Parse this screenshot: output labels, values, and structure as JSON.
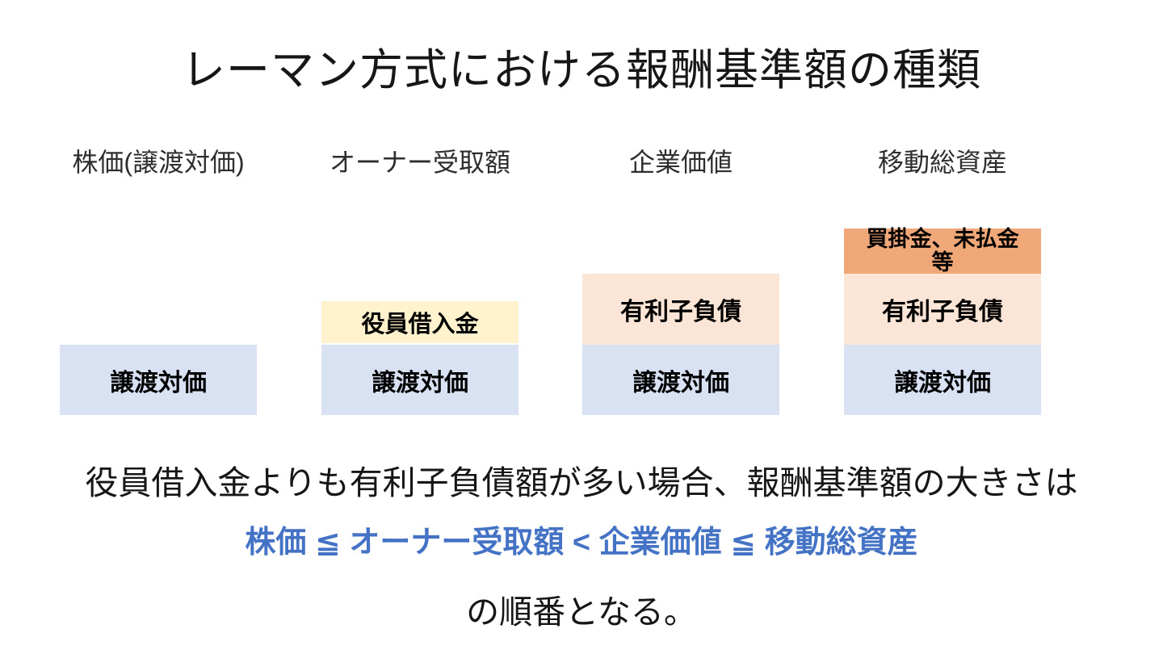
{
  "title": "レーマン方式における報酬基準額の種類",
  "colors": {
    "box_blue": "#D9E2F3",
    "box_yellow": "#FFF2CC",
    "box_peach": "#FBE5D6",
    "box_orange": "#F1A878",
    "formula_blue": "#4472C4"
  },
  "columns": [
    {
      "header": "株価(譲渡対価)",
      "segments": [
        {
          "label": "譲渡対価",
          "color": "#D9E2F3"
        }
      ]
    },
    {
      "header": "オーナー受取額",
      "segments": [
        {
          "label": "役員借入金",
          "color": "#FFF2CC"
        },
        {
          "label": "譲渡対価",
          "color": "#D9E2F3"
        }
      ]
    },
    {
      "header": "企業価値",
      "segments": [
        {
          "label": "有利子負債",
          "color": "#FBE5D6"
        },
        {
          "label": "譲渡対価",
          "color": "#D9E2F3"
        }
      ]
    },
    {
      "header": "移動総資産",
      "segments": [
        {
          "label": "買掛金、未払金\n等",
          "color": "#F1A878"
        },
        {
          "label": "有利子負債",
          "color": "#FBE5D6"
        },
        {
          "label": "譲渡対価",
          "color": "#D9E2F3"
        }
      ]
    }
  ],
  "footer": {
    "line1": "役員借入金よりも有利子負債額が多い場合、報酬基準額の大きさは",
    "formula": "株価 ≦ オーナー受取額 < 企業価値 ≦ 移動総資産",
    "formula_color": "#4472C4",
    "line3": "の順番となる。"
  }
}
